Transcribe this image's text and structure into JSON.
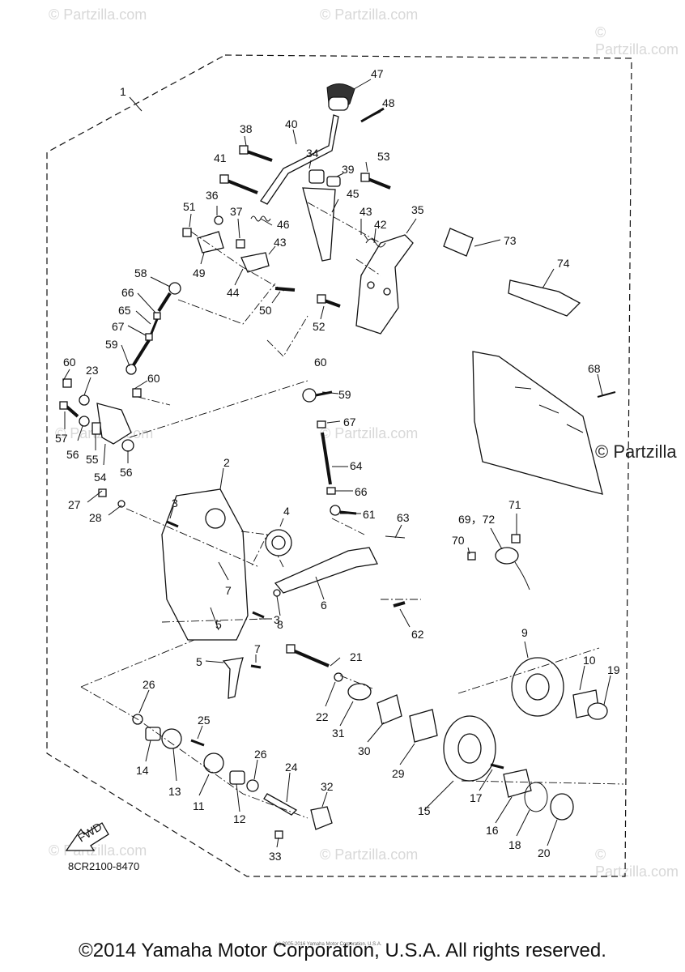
{
  "watermarks": {
    "text": "© Partzilla.com",
    "big": "© Partzilla"
  },
  "drawing_code": "8CR2100-8470",
  "fwd_label": "FWD",
  "tiny_notice": "(c) 2005-2016 Yamaha Motor Corporation, U.S.A.",
  "copyright": "©2014 Yamaha Motor Corporation, U.S.A. All rights reserved.",
  "callouts": {
    "c1": "1",
    "c2": "2",
    "c3a": "3",
    "c3b": "3",
    "c4": "4",
    "c5a": "5",
    "c5b": "5",
    "c6": "6",
    "c7a": "7",
    "c7b": "7",
    "c8": "8",
    "c9": "9",
    "c10": "10",
    "c11": "11",
    "c12": "12",
    "c13": "13",
    "c14": "14",
    "c15": "15",
    "c16": "16",
    "c17": "17",
    "c18": "18",
    "c19": "19",
    "c20": "20",
    "c21": "21",
    "c22": "22",
    "c23": "23",
    "c24": "24",
    "c25": "25",
    "c26a": "26",
    "c26b": "26",
    "c27": "27",
    "c28": "28",
    "c29": "29",
    "c30": "30",
    "c31": "31",
    "c32": "32",
    "c33": "33",
    "c34": "34",
    "c35": "35",
    "c36": "36",
    "c37": "37",
    "c38": "38",
    "c39": "39",
    "c40": "40",
    "c41": "41",
    "c42": "42",
    "c43a": "43",
    "c43b": "43",
    "c44": "44",
    "c45": "45",
    "c46": "46",
    "c47": "47",
    "c48": "48",
    "c49": "49",
    "c50": "50",
    "c51": "51",
    "c52": "52",
    "c53": "53",
    "c54": "54",
    "c55": "55",
    "c56a": "56",
    "c56b": "56",
    "c57": "57",
    "c58": "58",
    "c59a": "59",
    "c59b": "59",
    "c60a": "60",
    "c60b": "60",
    "c60c": "60",
    "c61": "61",
    "c62": "62",
    "c63": "63",
    "c64": "64",
    "c65": "65",
    "c66a": "66",
    "c66b": "66",
    "c67a": "67",
    "c67b": "67",
    "c68": "68",
    "c69": "69，72",
    "c70": "70",
    "c71": "71",
    "c73": "73",
    "c74": "74"
  }
}
